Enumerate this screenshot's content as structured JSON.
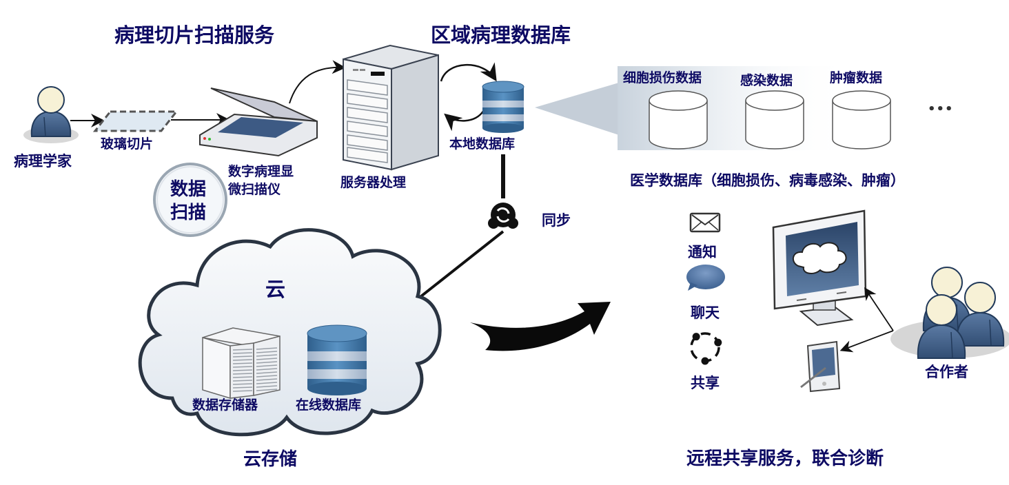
{
  "colors": {
    "label_text": "#0d0a63",
    "icon_blue": "#4a6d97",
    "db_blue": "#3f7bb0",
    "db_stripe": "#b8c8dc",
    "face": "#f7f1d6",
    "arrow": "#111111"
  },
  "sections": {
    "slide_scanning": {
      "title": "病理切片扫描服务"
    },
    "regional_db": {
      "title": "区域病理数据库"
    },
    "cloud_storage": {
      "title": "云存储"
    },
    "remote_sharing": {
      "title": "远程共享服务，联合诊断"
    }
  },
  "nodes": {
    "pathologist": "病理学家",
    "glass_slide": "玻璃切片",
    "scanner_line1": "数字病理显",
    "scanner_line2": "微扫描仪",
    "data_scan_line1": "数据",
    "data_scan_line2": "扫描",
    "server": "服务器处理",
    "local_db": "本地数据库",
    "sync": "同步",
    "cloud": "云",
    "data_storage": "数据存储器",
    "online_db": "在线数据库",
    "collaborators": "合作者"
  },
  "medical_db": {
    "caption": "医学数据库（细胞损伤、病毒感染、肿瘤）",
    "items": [
      {
        "label": "细胞损伤数据"
      },
      {
        "label": "感染数据"
      },
      {
        "label": "肿瘤数据"
      }
    ],
    "more": "•••"
  },
  "services": [
    {
      "label": "通知",
      "icon": "envelope-icon"
    },
    {
      "label": "聊天",
      "icon": "speech-bubble-icon"
    },
    {
      "label": "共享",
      "icon": "share-circle-icon"
    }
  ]
}
